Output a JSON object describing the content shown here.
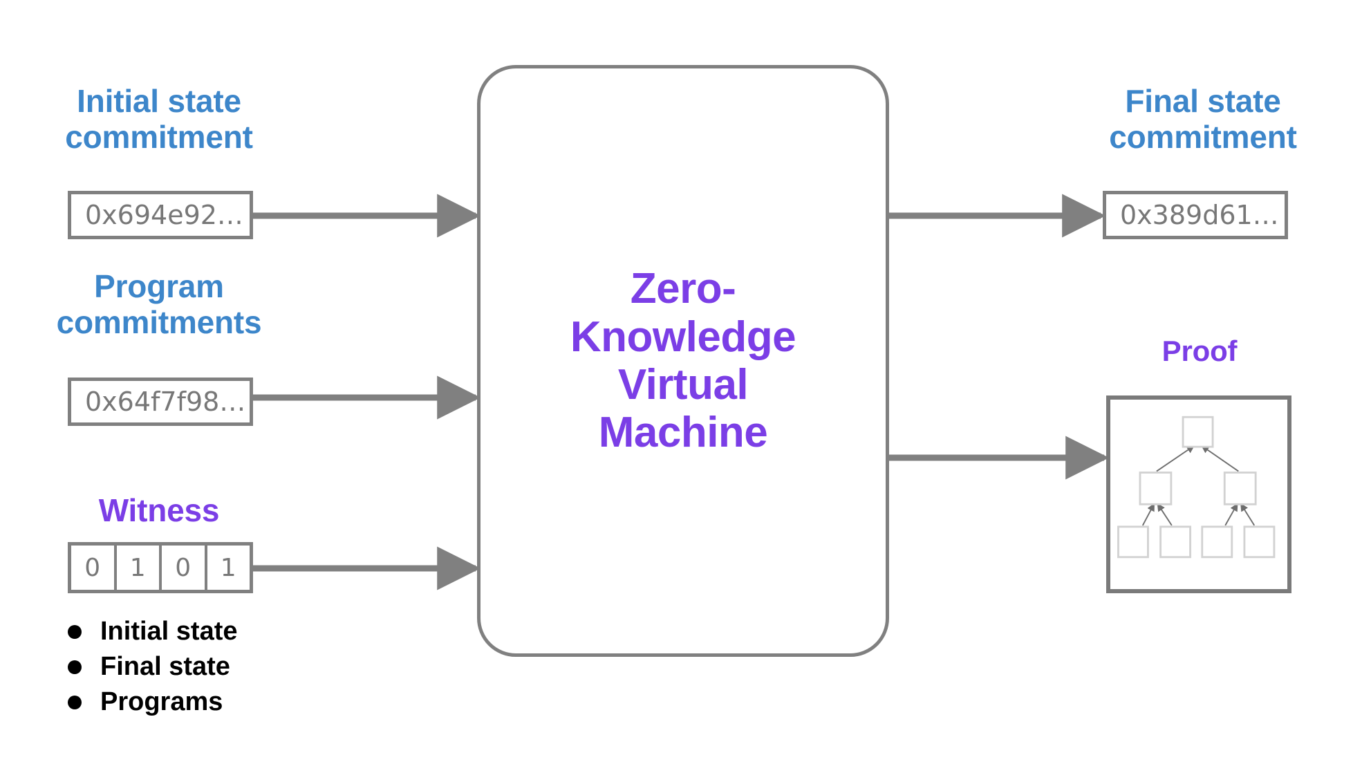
{
  "diagram": {
    "title": "Zero-Knowledge Virtual Machine",
    "colors": {
      "input_label": "#3d86ca",
      "accent_purple": "#7b3ee6",
      "stroke_gray": "#808080",
      "text_gray": "#777777",
      "bullet_black": "#000000",
      "background": "#ffffff"
    }
  },
  "center": {
    "title": "Zero-\nKnowledge\nVirtual\nMachine"
  },
  "inputs": {
    "initial_state": {
      "label": "Initial state\ncommitment",
      "value": "0x694e92…"
    },
    "program_commitments": {
      "label": "Program\ncommitments",
      "value": "0x64f7f98…"
    },
    "witness": {
      "label": "Witness",
      "cells": [
        "0",
        "1",
        "0",
        "1"
      ],
      "bullets": [
        "Initial state",
        "Final state",
        "Programs"
      ]
    }
  },
  "outputs": {
    "final_state": {
      "label": "Final state\ncommitment",
      "value": "0x389d61…"
    },
    "proof": {
      "label": "Proof",
      "tree": {
        "type": "merkle-tree",
        "levels": 3,
        "root_count": 1,
        "middle_count": 2,
        "leaf_count": 4
      }
    }
  }
}
